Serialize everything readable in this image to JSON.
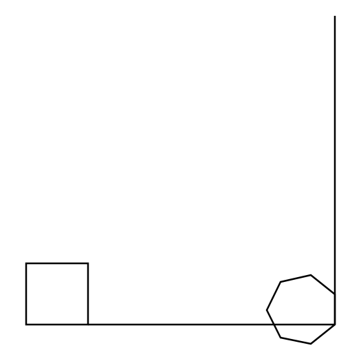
{
  "diagram": {
    "stroke_color": "#000000",
    "background_color": "#ffffff",
    "shapes": [
      {
        "name": "square",
        "sides": 4
      },
      {
        "name": "horizontal-line"
      },
      {
        "name": "vertical-line"
      },
      {
        "name": "heptagon",
        "sides": 7
      }
    ]
  }
}
